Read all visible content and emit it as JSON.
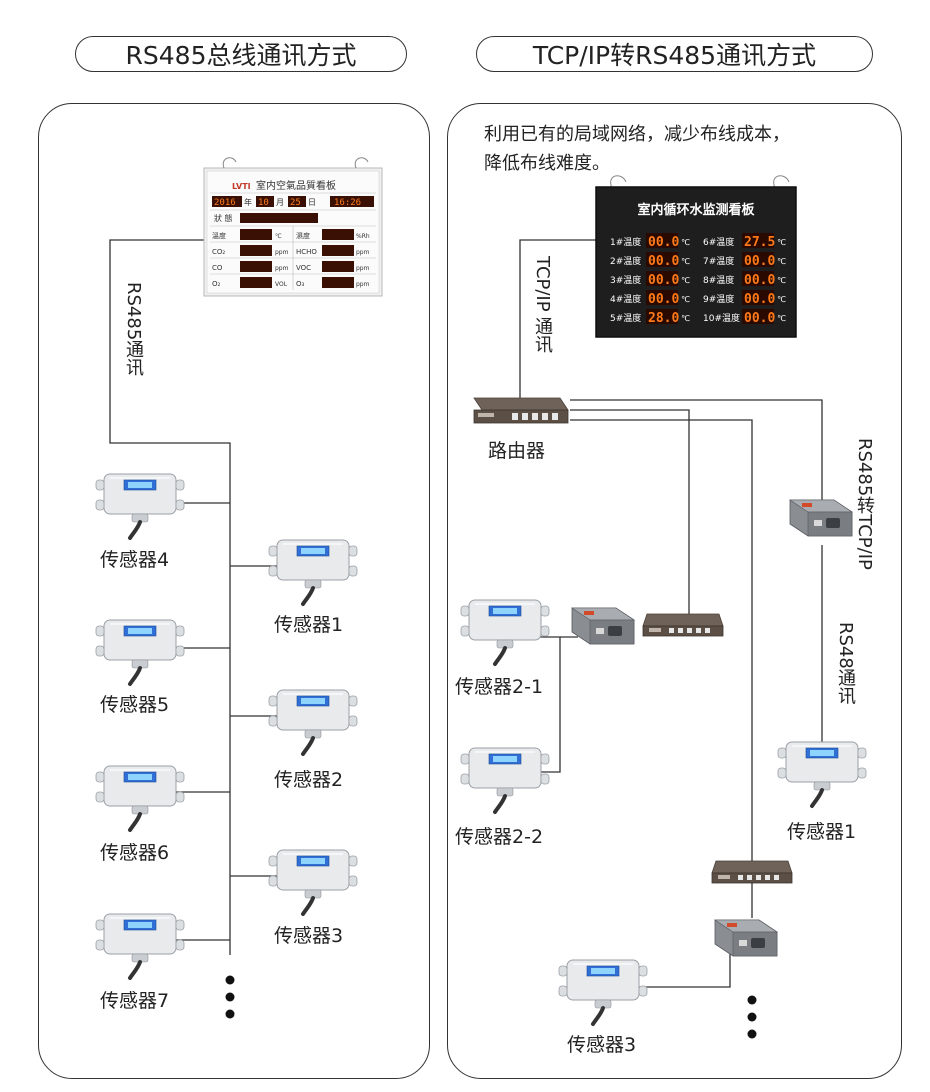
{
  "left": {
    "title": "RS485总线通讯方式",
    "bus_label": "RS485通讯",
    "sensors": [
      "传感器4",
      "传感器1",
      "传感器5",
      "传感器2",
      "传感器6",
      "传感器3",
      "传感器7"
    ],
    "board": {
      "title": "室内空氣品質看板",
      "brand": "LVTI",
      "date_row": [
        "2016",
        "年",
        "10",
        "月",
        "25",
        "日",
        "16:26"
      ],
      "status_label": "狀 態",
      "rows": [
        [
          "溫度",
          "℃",
          "濕度",
          "%Rh"
        ],
        [
          "CO₂",
          "ppm",
          "HCHO",
          "ppm"
        ],
        [
          "CO",
          "ppm",
          "VOC",
          "ppm"
        ],
        [
          "O₂",
          "VOL",
          "O₃",
          "ppm"
        ]
      ]
    }
  },
  "right": {
    "title": "TCP/IP转RS485通讯方式",
    "note_line1": "利用已有的局域网络，减少布线成本，",
    "note_line2": "降低布线难度。",
    "tcp_label": "TCP/IP 通讯",
    "router_label": "路由器",
    "converter_label": "RS485转TCP/IP",
    "rs48_label": "RS48通讯",
    "sensors": [
      "传感器2-1",
      "传感器2-2",
      "传感器1",
      "传感器3"
    ],
    "board": {
      "title": "室内循环水监测看板",
      "rows": [
        {
          "left": "1#温度",
          "lv": "00.0",
          "right": "6#温度",
          "rv": "27.5"
        },
        {
          "left": "2#温度",
          "lv": "00.0",
          "right": "7#温度",
          "rv": "00.0"
        },
        {
          "left": "3#温度",
          "lv": "00.0",
          "right": "8#温度",
          "rv": "00.0"
        },
        {
          "left": "4#温度",
          "lv": "00.0",
          "right": "9#温度",
          "rv": "00.0"
        },
        {
          "left": "5#温度",
          "lv": "28.0",
          "right": "10#温度",
          "rv": "00.0"
        }
      ],
      "unit": "℃"
    }
  },
  "colors": {
    "line": "#333333",
    "led": "#ff7a1a",
    "led_bg": "#2a0a00",
    "board_dark": "#1e1e1e"
  }
}
